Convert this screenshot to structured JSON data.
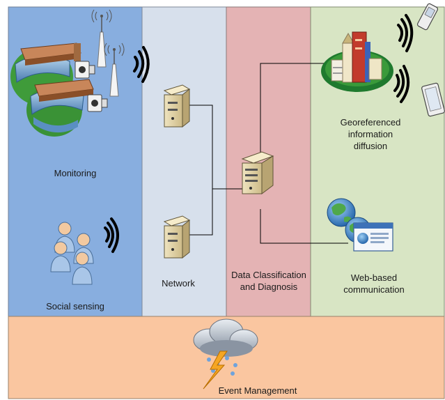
{
  "panels": {
    "monitoring": {
      "label": "Monitoring",
      "color": "#88aedf"
    },
    "social_sensing": {
      "label": "Social sensing"
    },
    "network": {
      "label": "Network",
      "color": "#d7e0ec"
    },
    "classification": {
      "line1": "Data Classification",
      "line2": "and Diagnosis",
      "color": "#e4b3b4"
    },
    "georef": {
      "line1": "Georeferenced",
      "line2": "information",
      "line3": "diffusion",
      "color": "#d8e5c4"
    },
    "web": {
      "line1": "Web-based",
      "line2": "communication"
    },
    "event": {
      "label": "Event Management",
      "color": "#fac6a0"
    }
  },
  "icons": [
    "river-bridge-icon",
    "antenna-tower-icon",
    "camera-icon",
    "wireless-signal-icon",
    "people-group-icon",
    "server-icon",
    "server-rack-icon",
    "city-buildings-icon",
    "mobile-phone-icon",
    "tablet-icon",
    "globe-icon",
    "browser-window-icon",
    "storm-cloud-icon"
  ]
}
